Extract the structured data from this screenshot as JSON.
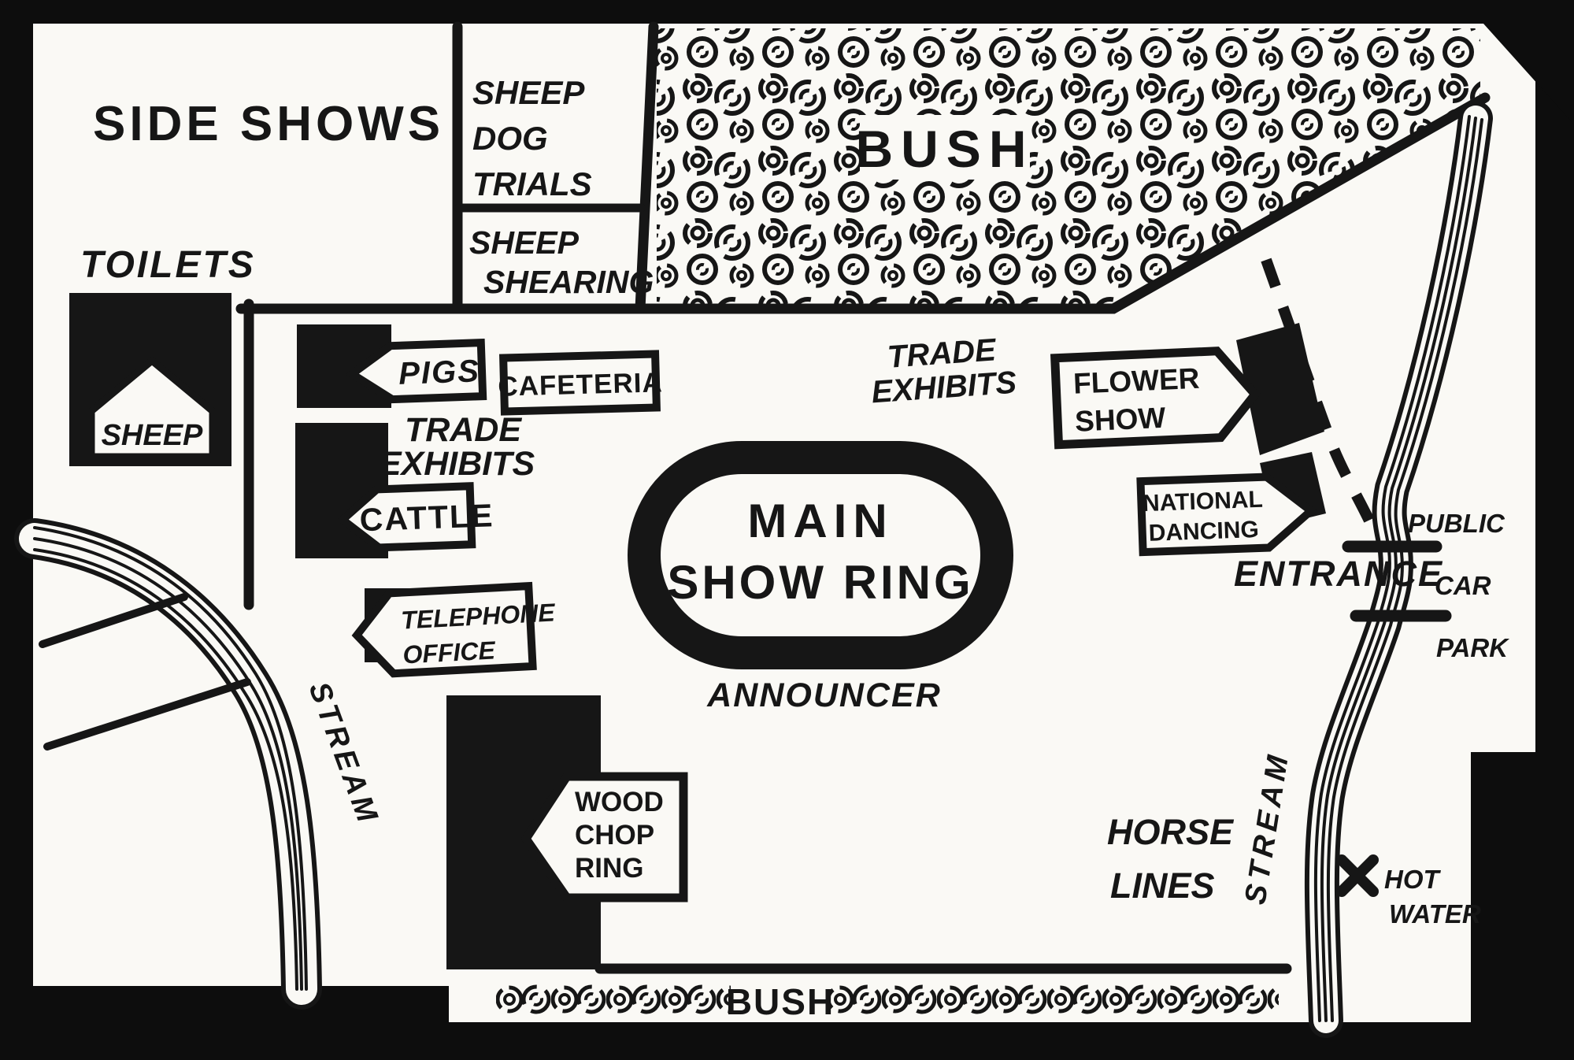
{
  "colors": {
    "ink": "#161616",
    "paper": "#faf9f5"
  },
  "labels": {
    "side_shows": "SIDE SHOWS",
    "sheep_dog_trials": [
      "SHEEP",
      "DOG",
      "TRIALS"
    ],
    "sheep_shearing": [
      "SHEEP",
      "SHEARING"
    ],
    "bush_top": "BUSH",
    "bush_bottom": "BUSH",
    "toilets": "TOILETS",
    "sheep_pen": "SHEEP",
    "pigs": "PIGS",
    "cafeteria": "CAFETERIA",
    "trade_exhibits": [
      "TRADE",
      "EXHIBITS"
    ],
    "cattle": "CATTLE",
    "telephone_office": [
      "TELEPHONE",
      "OFFICE"
    ],
    "main_show_ring": [
      "MAIN",
      "SHOW RING"
    ],
    "announcer": "ANNOUNCER",
    "flower_show": [
      "FLOWER",
      "SHOW"
    ],
    "national_dancing": [
      "NATIONAL",
      "DANCING"
    ],
    "entrance": "ENTRANCE",
    "public_car_park": [
      "PUBLIC",
      "CAR",
      "PARK"
    ],
    "wood_chop_ring": [
      "WOOD",
      "CHOP",
      "RING"
    ],
    "horse_lines": [
      "HORSE",
      "LINES"
    ],
    "stream": "STREAM",
    "hot_water": [
      "HOT",
      "WATER"
    ]
  }
}
